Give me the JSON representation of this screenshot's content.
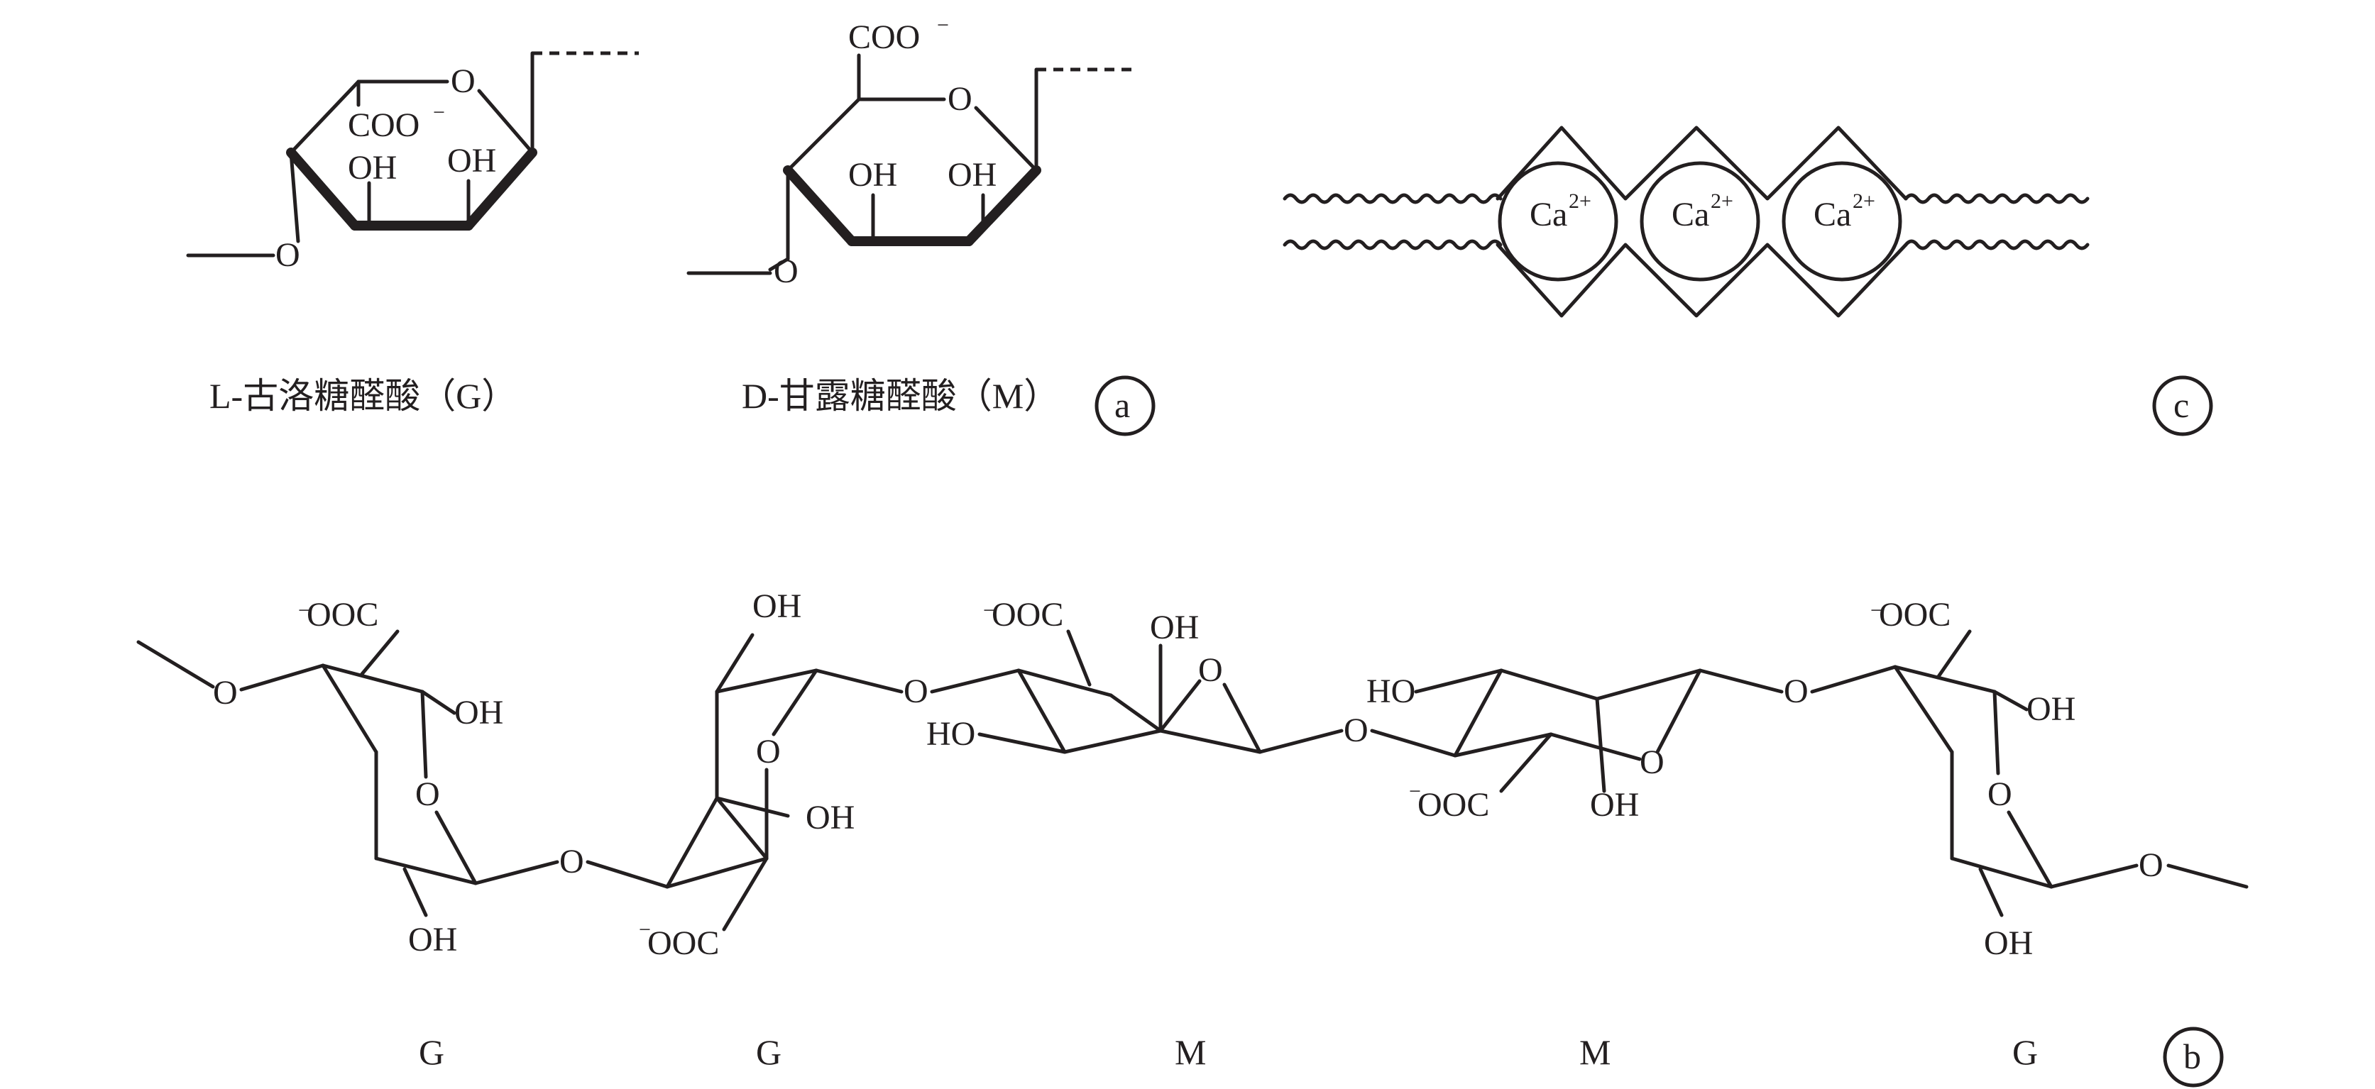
{
  "panel_a": {
    "G": {
      "ring_o": "O",
      "carboxylate": "COO",
      "charge": "−",
      "oh_left": "OH",
      "oh_right": "OH",
      "link_o": "O",
      "caption": "L-古洛糖醛酸（G）"
    },
    "M": {
      "carboxylate": "COO",
      "charge": "−",
      "ring_o": "O",
      "oh_left": "OH",
      "oh_right": "OH",
      "link_o": "O",
      "caption": "D-甘露糖醛酸（M）"
    },
    "marker": "a"
  },
  "panel_c": {
    "ion": "Ca",
    "ion_charge": "2+",
    "marker": "c"
  },
  "panel_b": {
    "neg": "−",
    "ooc": "OOC",
    "oh": "OH",
    "ho": "HO",
    "o": "O",
    "residues": [
      "G",
      "G",
      "M",
      "M",
      "G"
    ],
    "marker": "b"
  },
  "colors": {
    "ink": "#231f20",
    "background": "#ffffff"
  }
}
